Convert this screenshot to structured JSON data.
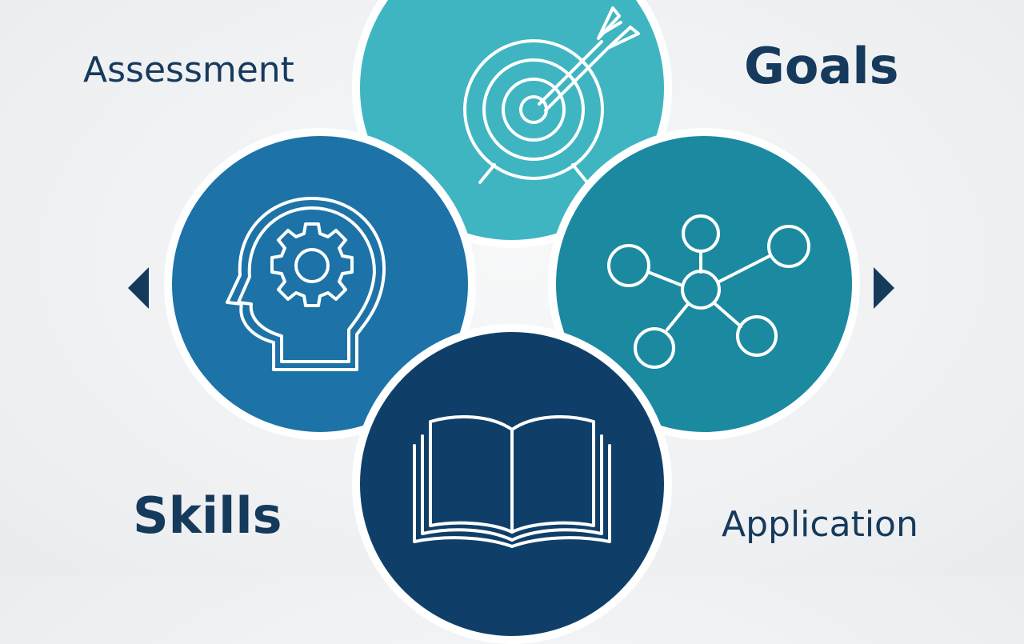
{
  "labels": {
    "assessment": "Assessment",
    "goals": "Goals",
    "skills": "Skills",
    "application": "Application"
  },
  "colors": {
    "goals_circle": "#3fb5c2",
    "skills_circle": "#1d73a8",
    "application_circle": "#1b8aa0",
    "book_circle": "#0f3f69",
    "text": "#163a5c",
    "line": "#ffffff"
  },
  "icons": {
    "goals": "target-arrow-icon",
    "skills": "head-gear-icon",
    "application": "network-nodes-icon",
    "learning": "open-book-icon",
    "left_nav": "chevron-left-icon",
    "right_nav": "chevron-right-icon"
  }
}
